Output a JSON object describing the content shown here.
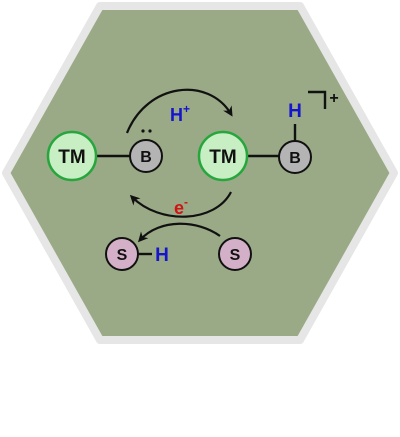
{
  "diagram": {
    "labels": {
      "tm": "TM",
      "b": "B",
      "s": "S",
      "h": "H",
      "h_plus_base": "H",
      "h_plus_sup": "+",
      "e_minus_base": "e",
      "e_minus_sup": "-",
      "charge": "+"
    },
    "colors": {
      "background": "#ffffff",
      "hexagon_fill": "#9aaa86",
      "hexagon_border": "#e6e6e6",
      "tm_fill": "#c8eec4",
      "tm_stroke": "#26a63c",
      "b_fill": "#b4b4b4",
      "s_fill": "#d3b0c8",
      "node_stroke": "#111111",
      "proton": "#1515cc",
      "electron": "#d11313",
      "bond": "#111111"
    }
  }
}
